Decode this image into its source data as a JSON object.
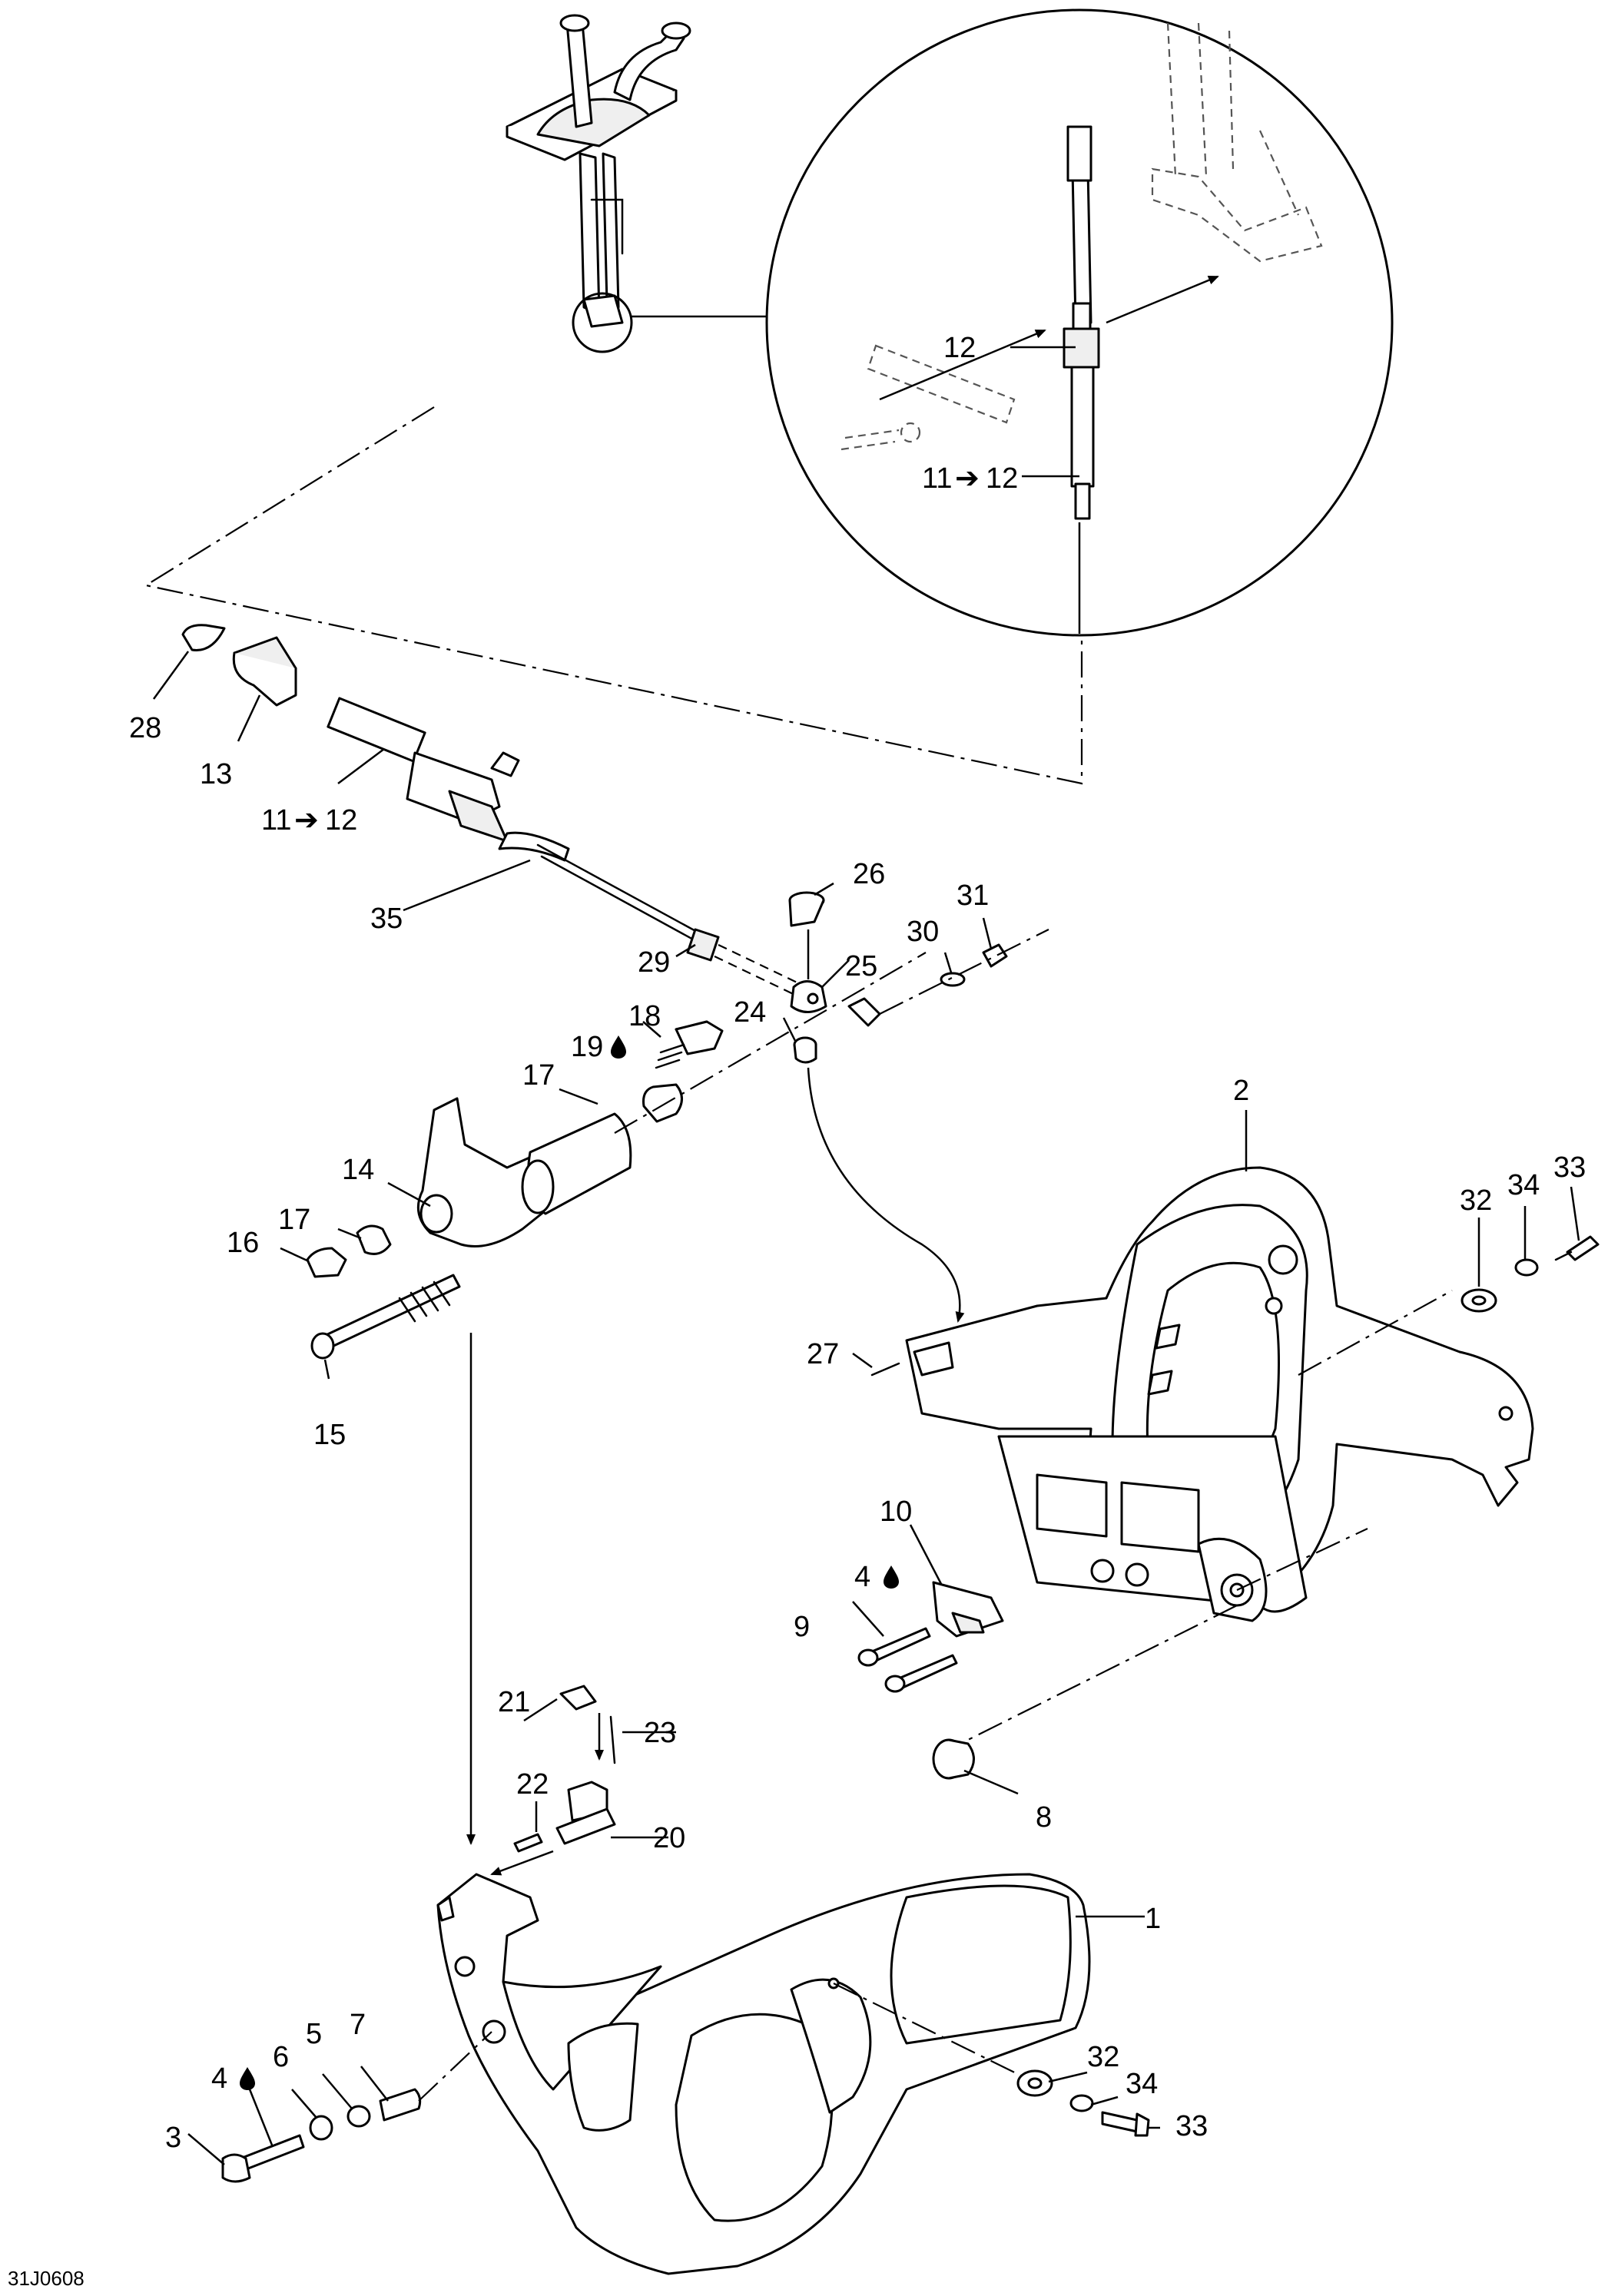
{
  "drawing_code": "31J0608",
  "labels": {
    "p1": "1",
    "p2": "2",
    "p3": "3",
    "p4a": "4",
    "p4b": "4",
    "p5": "5",
    "p6": "6",
    "p7": "7",
    "p8": "8",
    "p9": "9",
    "p10": "10",
    "p11a": "11",
    "p11b": "11",
    "p12a": "12",
    "p12b": "12",
    "p12c": "12",
    "p13": "13",
    "p14": "14",
    "p15": "15",
    "p16": "16",
    "p17a": "17",
    "p17b": "17",
    "p18": "18",
    "p19": "19",
    "p20": "20",
    "p21": "21",
    "p22": "22",
    "p23": "23",
    "p24": "24",
    "p25": "25",
    "p26": "26",
    "p27": "27",
    "p28": "28",
    "p29": "29",
    "p30": "30",
    "p31": "31",
    "p32a": "32",
    "p32b": "32",
    "p33a": "33",
    "p33b": "33",
    "p34a": "34",
    "p34b": "34",
    "p35": "35"
  },
  "icons": {
    "arrow": "right-arrow-icon",
    "drop": "loctite-drop-icon"
  }
}
